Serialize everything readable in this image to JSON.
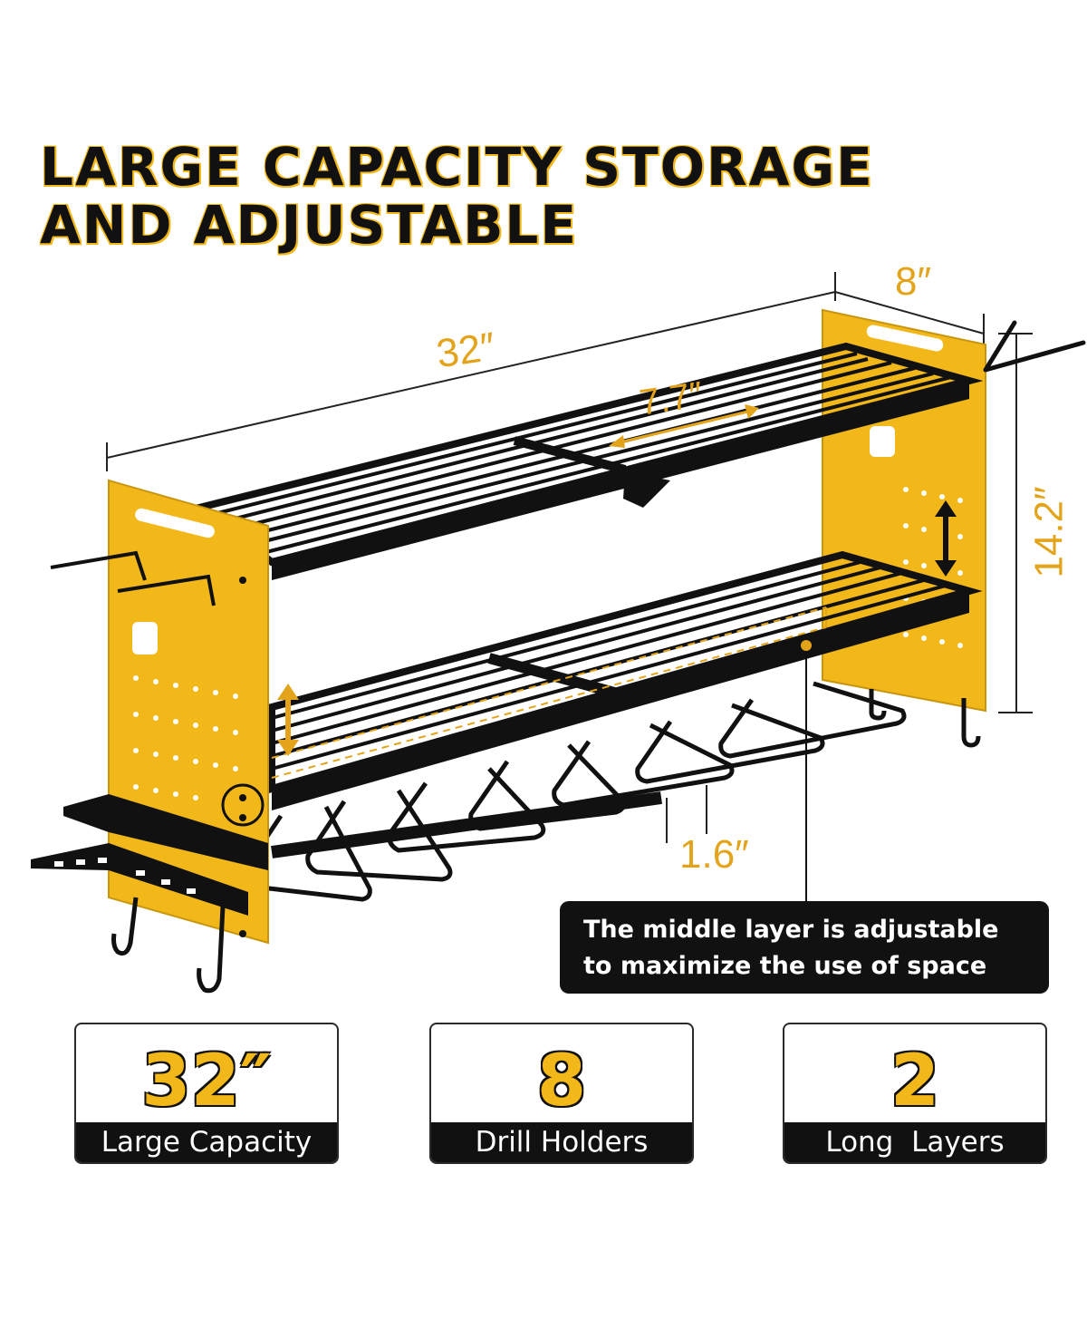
{
  "headline": {
    "line1": "LARGE CAPACITY STORAGE",
    "line2": "AND ADJUSTABLE"
  },
  "dimensions": {
    "length": "32″",
    "depth": "8″",
    "shelf_depth": "7.7″",
    "height": "14.2″",
    "holder_gap": "1.6″"
  },
  "note": {
    "line1": "The middle layer is adjustable",
    "line2": "to maximize the use of space"
  },
  "stats": [
    {
      "value": "32″",
      "label": "Large Capacity"
    },
    {
      "value": "8",
      "label": "Drill Holders"
    },
    {
      "value": "2",
      "label": "Long  Layers"
    }
  ],
  "colors": {
    "accent": "#f2b718",
    "dimension": "#e3a41b",
    "dark": "#111111"
  }
}
